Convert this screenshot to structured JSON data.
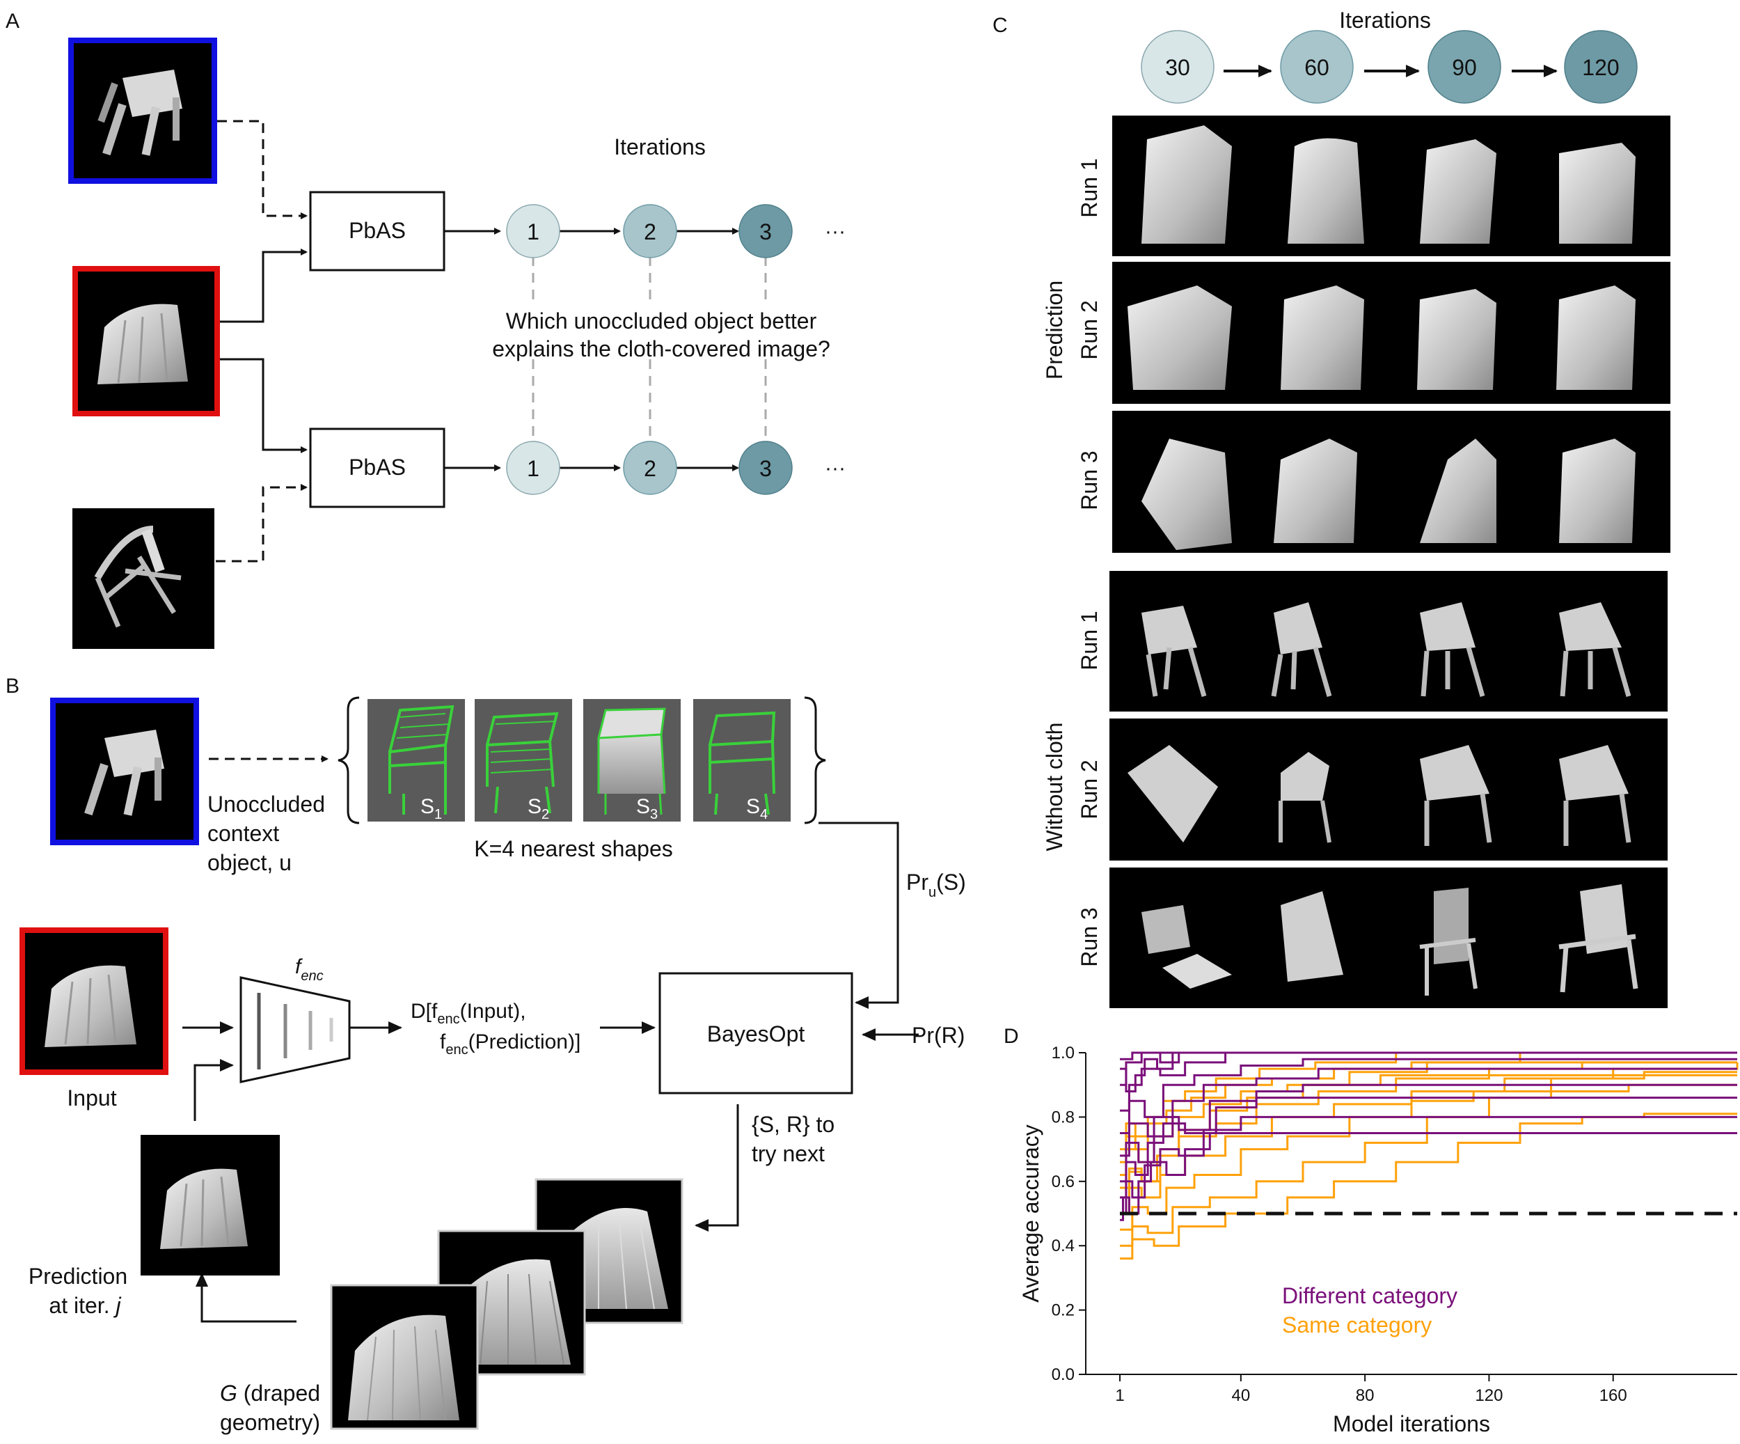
{
  "panel_labels": {
    "a": "A",
    "b": "B",
    "c": "C",
    "d": "D"
  },
  "colors": {
    "blue_frame": "#1010e0",
    "red_frame": "#e01010",
    "green_mesh": "#39d13a",
    "node_1": "#d8e6e8",
    "node_2": "#a8c5cb",
    "node_3": "#7aa5ae",
    "node_4": "#6d9aa5",
    "different_category": "#7a0f7a",
    "same_category": "#ffa10a"
  },
  "panel_a": {
    "iterations_label": "Iterations",
    "pbas_label": "PbAS",
    "nodes": [
      "1",
      "2",
      "3"
    ],
    "ellipsis": "···",
    "question_line1": "Which unoccluded object better",
    "question_line2": "explains the cloth-covered image?"
  },
  "panel_b": {
    "context_caption": [
      "Unoccluded",
      "context",
      "object, u"
    ],
    "shape_labels": [
      "S",
      "S",
      "S",
      "S"
    ],
    "shape_subscripts": [
      "1",
      "2",
      "3",
      "4"
    ],
    "nearest_caption": "K=4 nearest shapes",
    "pr_u": {
      "main": "Pr",
      "sub": "u",
      "rest": "(S)"
    },
    "f_enc": {
      "main": "f",
      "sub": "enc"
    },
    "input_caption": "Input",
    "distance_line1": {
      "pre": "D[f",
      "sub": "enc",
      "post": "(Input),"
    },
    "distance_line2": {
      "pre": "f",
      "sub": "enc",
      "post": "(Prediction)]"
    },
    "bayesopt_label": "BayesOpt",
    "pr_r": "Pr(R)",
    "try_next_line1": "{S, R} to",
    "try_next_line2": "try next",
    "prediction_caption_line1": "Prediction",
    "prediction_caption_line2_pre": "at iter. ",
    "prediction_caption_line2_var": "j",
    "g_caption_var": "G",
    "g_caption_line1_rest": " (draped",
    "g_caption_line2": "geometry)"
  },
  "panel_c": {
    "iterations_label": "Iterations",
    "nodes": [
      "30",
      "60",
      "90",
      "120"
    ],
    "group_prediction": "Prediction",
    "group_without_cloth": "Without cloth",
    "run_labels": [
      "Run 1",
      "Run 2",
      "Run 3"
    ]
  },
  "chart_data": {
    "type": "line",
    "xlabel": "Model iterations",
    "ylabel": "Average accuracy",
    "xlim": [
      -10,
      200
    ],
    "ylim": [
      0.0,
      1.0
    ],
    "xticks": [
      1,
      40,
      80,
      120,
      160
    ],
    "yticks": [
      0.0,
      0.2,
      0.4,
      0.6,
      0.8,
      1.0
    ],
    "chance_level": 0.5,
    "legend": {
      "placement": "bottom-center",
      "entries": [
        "Different category",
        "Same category"
      ]
    },
    "series": [
      {
        "name": "Different category",
        "x": [
          1,
          5,
          10,
          200
        ],
        "y": [
          0.98,
          1.0,
          1.0,
          1.0
        ]
      },
      {
        "name": "Different category",
        "x": [
          1,
          3,
          8,
          14,
          20,
          200
        ],
        "y": [
          0.9,
          0.97,
          1.0,
          0.97,
          1.0,
          1.0
        ]
      },
      {
        "name": "Different category",
        "x": [
          1,
          4,
          8,
          14,
          22,
          35,
          200
        ],
        "y": [
          0.82,
          0.9,
          0.95,
          0.93,
          0.97,
          1.0,
          1.0
        ]
      },
      {
        "name": "Different category",
        "x": [
          1,
          4,
          9,
          15,
          25,
          40,
          60,
          200
        ],
        "y": [
          0.75,
          0.85,
          0.8,
          0.9,
          0.93,
          0.96,
          0.98,
          0.98
        ]
      },
      {
        "name": "Different category",
        "x": [
          1,
          4,
          10,
          18,
          28,
          45,
          65,
          200
        ],
        "y": [
          0.68,
          0.78,
          0.74,
          0.85,
          0.9,
          0.92,
          0.95,
          0.95
        ]
      },
      {
        "name": "Different category",
        "x": [
          1,
          3,
          7,
          12,
          20,
          30,
          45,
          60,
          200
        ],
        "y": [
          0.6,
          0.72,
          0.66,
          0.8,
          0.76,
          0.85,
          0.88,
          0.9,
          0.9
        ]
      },
      {
        "name": "Different category",
        "x": [
          1,
          3,
          6,
          10,
          15,
          22,
          32,
          45,
          200
        ],
        "y": [
          0.55,
          0.66,
          0.62,
          0.72,
          0.78,
          0.75,
          0.83,
          0.86,
          0.86
        ]
      },
      {
        "name": "Different category",
        "x": [
          1,
          3,
          5,
          9,
          14,
          20,
          28,
          40,
          200
        ],
        "y": [
          0.5,
          0.6,
          0.55,
          0.65,
          0.7,
          0.68,
          0.76,
          0.8,
          0.8
        ]
      },
      {
        "name": "Different category",
        "x": [
          1,
          2,
          4,
          7,
          11,
          16,
          22,
          30,
          200
        ],
        "y": [
          0.48,
          0.55,
          0.5,
          0.6,
          0.66,
          0.62,
          0.7,
          0.75,
          0.75
        ]
      },
      {
        "name": "Different category",
        "x": [
          1,
          3,
          6,
          9,
          13,
          18,
          200
        ],
        "y": [
          0.95,
          0.88,
          0.93,
          0.98,
          0.95,
          1.0,
          1.0
        ]
      },
      {
        "name": "Same category",
        "x": [
          1,
          5,
          12,
          20,
          35,
          55,
          70,
          90,
          110,
          130,
          150,
          170,
          200
        ],
        "y": [
          0.36,
          0.42,
          0.4,
          0.46,
          0.5,
          0.55,
          0.6,
          0.66,
          0.72,
          0.78,
          0.8,
          0.81,
          0.81
        ]
      },
      {
        "name": "Same category",
        "x": [
          1,
          5,
          10,
          18,
          30,
          45,
          60,
          80,
          100,
          120,
          140,
          165,
          200
        ],
        "y": [
          0.4,
          0.46,
          0.44,
          0.52,
          0.55,
          0.6,
          0.66,
          0.72,
          0.8,
          0.86,
          0.88,
          0.9,
          0.9
        ]
      },
      {
        "name": "Same category",
        "x": [
          1,
          5,
          10,
          16,
          25,
          40,
          55,
          75,
          95,
          115,
          140,
          170,
          200
        ],
        "y": [
          0.45,
          0.52,
          0.5,
          0.58,
          0.62,
          0.7,
          0.74,
          0.8,
          0.85,
          0.88,
          0.92,
          0.94,
          0.94
        ]
      },
      {
        "name": "Same category",
        "x": [
          1,
          4,
          8,
          14,
          22,
          35,
          50,
          70,
          95,
          125,
          160,
          200
        ],
        "y": [
          0.5,
          0.58,
          0.55,
          0.62,
          0.68,
          0.74,
          0.8,
          0.84,
          0.88,
          0.92,
          0.95,
          0.97
        ]
      },
      {
        "name": "Same category",
        "x": [
          1,
          4,
          8,
          13,
          20,
          32,
          45,
          65,
          90,
          120,
          150,
          200
        ],
        "y": [
          0.55,
          0.63,
          0.6,
          0.68,
          0.74,
          0.78,
          0.84,
          0.88,
          0.92,
          0.95,
          0.97,
          0.97
        ]
      },
      {
        "name": "Same category",
        "x": [
          1,
          3,
          7,
          12,
          18,
          28,
          40,
          55,
          75,
          100,
          200
        ],
        "y": [
          0.62,
          0.7,
          0.66,
          0.74,
          0.8,
          0.84,
          0.88,
          0.9,
          0.94,
          0.97,
          0.97
        ]
      },
      {
        "name": "Same category",
        "x": [
          1,
          3,
          6,
          10,
          16,
          24,
          35,
          50,
          70,
          95,
          130,
          200
        ],
        "y": [
          0.66,
          0.74,
          0.7,
          0.78,
          0.82,
          0.86,
          0.9,
          0.92,
          0.95,
          0.97,
          1.0,
          1.0
        ]
      },
      {
        "name": "Same category",
        "x": [
          1,
          3,
          6,
          10,
          15,
          22,
          32,
          46,
          64,
          90,
          200
        ],
        "y": [
          0.7,
          0.78,
          0.74,
          0.8,
          0.85,
          0.88,
          0.92,
          0.95,
          0.97,
          1.0,
          1.0
        ]
      },
      {
        "name": "Same category",
        "x": [
          1,
          4,
          8,
          14,
          20,
          30,
          42,
          60,
          85,
          200
        ],
        "y": [
          0.58,
          0.64,
          0.6,
          0.7,
          0.76,
          0.82,
          0.86,
          0.9,
          0.93,
          0.93
        ]
      }
    ]
  }
}
